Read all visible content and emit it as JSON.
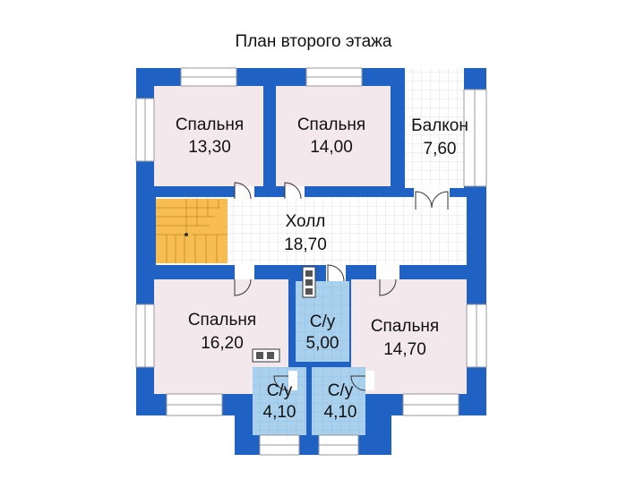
{
  "title": "План второго этажа",
  "colors": {
    "wall": "#1f62c4",
    "bedroom_floor": "#f3e9ec",
    "bathroom_floor": "#a9d0ec",
    "hall_floor": "#ffffff",
    "balcony_floor": "#ffffff",
    "stairs": "#f6bd52",
    "grid": "#d9d9d9"
  },
  "rooms": [
    {
      "id": "bedroom-1",
      "name": "Спальня",
      "area": "13,30"
    },
    {
      "id": "bedroom-2",
      "name": "Спальня",
      "area": "14,00"
    },
    {
      "id": "balcony",
      "name": "Балкон",
      "area": "7,60"
    },
    {
      "id": "hall",
      "name": "Холл",
      "area": "18,70"
    },
    {
      "id": "bedroom-3",
      "name": "Спальня",
      "area": "16,20"
    },
    {
      "id": "bathroom-1",
      "name": "С/у",
      "area": "5,00"
    },
    {
      "id": "bedroom-4",
      "name": "Спальня",
      "area": "14,70"
    },
    {
      "id": "bathroom-2",
      "name": "С/у",
      "area": "4,10"
    },
    {
      "id": "bathroom-3",
      "name": "С/у",
      "area": "4,10"
    }
  ]
}
